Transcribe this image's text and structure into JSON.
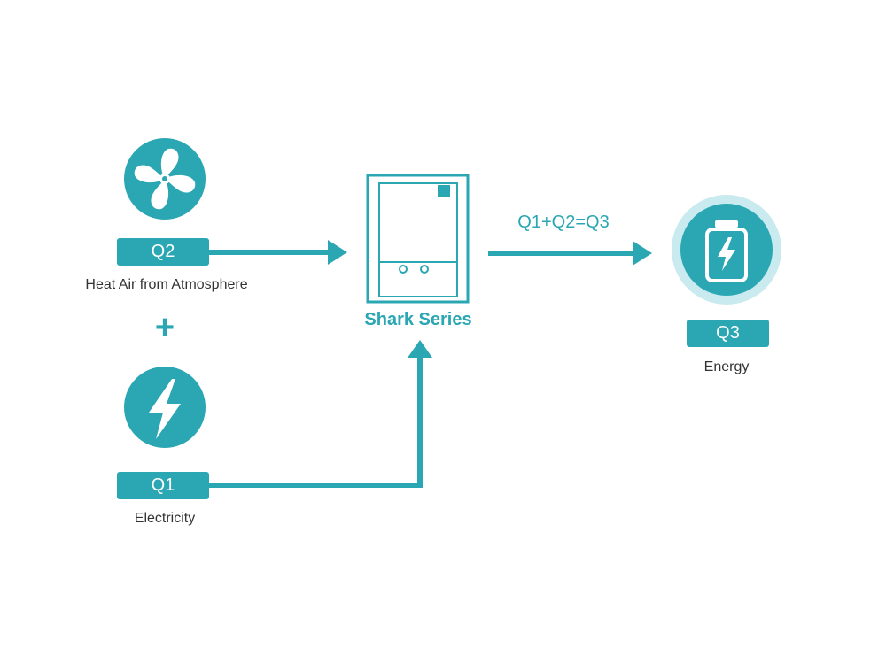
{
  "colors": {
    "accent": "#2aa7b3",
    "halo": "#c9eaef",
    "text": "#333333",
    "background": "#ffffff"
  },
  "heat_source": {
    "icon": "fan-icon",
    "badge": "Q2",
    "label": "Heat Air from Atmosphere"
  },
  "plus_sign": "+",
  "power_source": {
    "icon": "lightning-icon",
    "badge": "Q1",
    "label": "Electricity"
  },
  "unit": {
    "icon": "heat-pump-unit-icon",
    "label": "Shark Series"
  },
  "equation": "Q1+Q2=Q3",
  "output": {
    "icon": "battery-icon",
    "badge": "Q3",
    "label": "Energy"
  }
}
